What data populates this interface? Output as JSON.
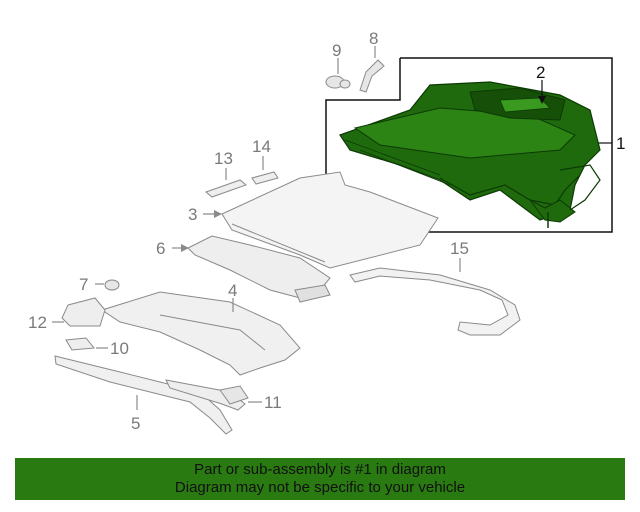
{
  "callouts": {
    "c1": "1",
    "c2": "2",
    "c3": "3",
    "c4": "4",
    "c5": "5",
    "c6": "6",
    "c7": "7",
    "c8": "8",
    "c9": "9",
    "c10": "10",
    "c11": "11",
    "c12": "12",
    "c13": "13",
    "c14": "14",
    "c15": "15"
  },
  "banner": {
    "line1": "Part or sub-assembly is #1 in diagram",
    "line2": "Diagram may not be specific to your vehicle"
  },
  "colors": {
    "highlight_green": "#1f6a0c",
    "banner_green": "#2a7a12",
    "line_gray": "#8a8a8a"
  }
}
